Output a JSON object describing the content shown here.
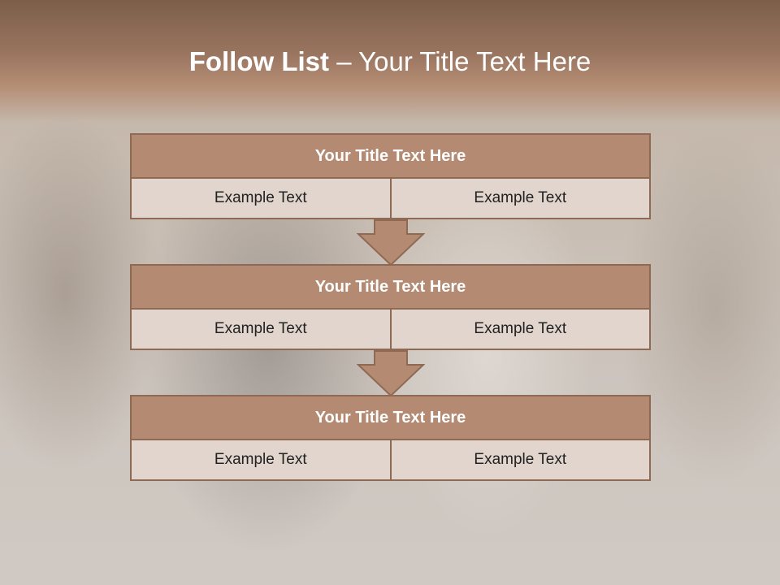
{
  "slide": {
    "title_bold": "Follow List",
    "title_rest": " – Your Title Text Here"
  },
  "blocks": [
    {
      "title": "Your Title Text Here",
      "left": "Example Text",
      "right": "Example Text"
    },
    {
      "title": "Your Title Text Here",
      "left": "Example Text",
      "right": "Example Text"
    },
    {
      "title": "Your Title Text Here",
      "left": "Example Text",
      "right": "Example Text"
    }
  ],
  "colors": {
    "header_band": "#7c5f49",
    "block_title_fill": "#b48b72",
    "block_border": "#8e6a54",
    "block_cell_fill": "#e1d5cd"
  }
}
